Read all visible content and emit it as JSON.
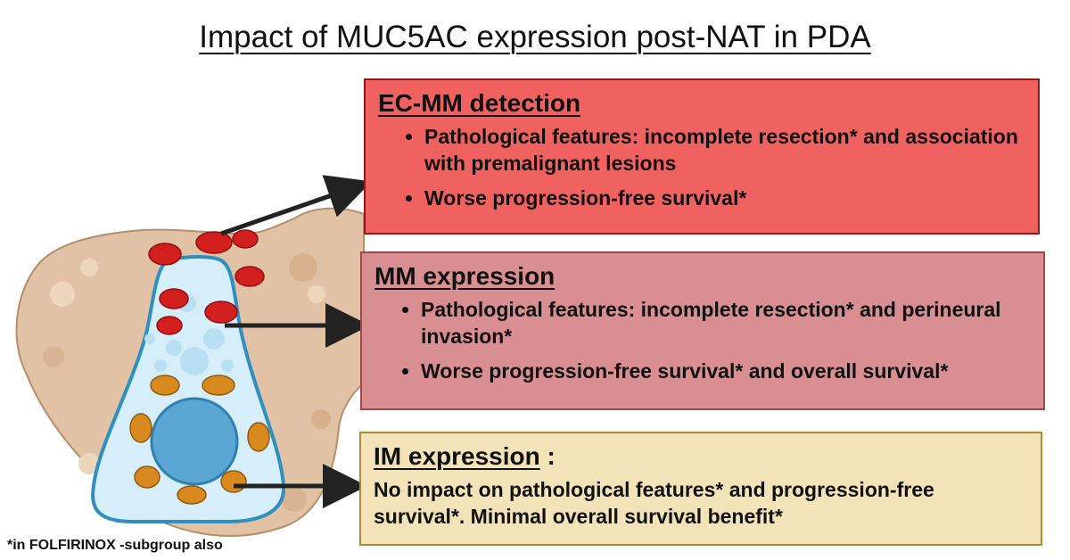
{
  "title": "Impact of MUC5AC expression post-NAT in PDA",
  "boxes": {
    "ecmm": {
      "heading": "EC-MM detection",
      "bullets": [
        "Pathological features:  incomplete resection* and association with premalignant lesions",
        "Worse progression-free survival*"
      ],
      "color": "#f0625f"
    },
    "mm": {
      "heading": "MM expression",
      "bullets": [
        "Pathological features:  incomplete resection* and perineural invasion*",
        "Worse progression-free survival* and overall survival*"
      ],
      "color": "#d98f91"
    },
    "im": {
      "heading": "IM expression",
      "heading_suffix": " :",
      "text": "No impact on pathological features* and progression-free survival*. Minimal overall survival benefit*",
      "color": "#f3e3b8"
    }
  },
  "footnote": "*in FOLFIRINOX -subgroup also",
  "colors": {
    "pancreas": "#e2c2a4",
    "cell": "#d6eef9",
    "nucleus": "#5aa7d4",
    "mucin_red": "#d41f1f",
    "mucin_orange": "#d98a1e"
  }
}
